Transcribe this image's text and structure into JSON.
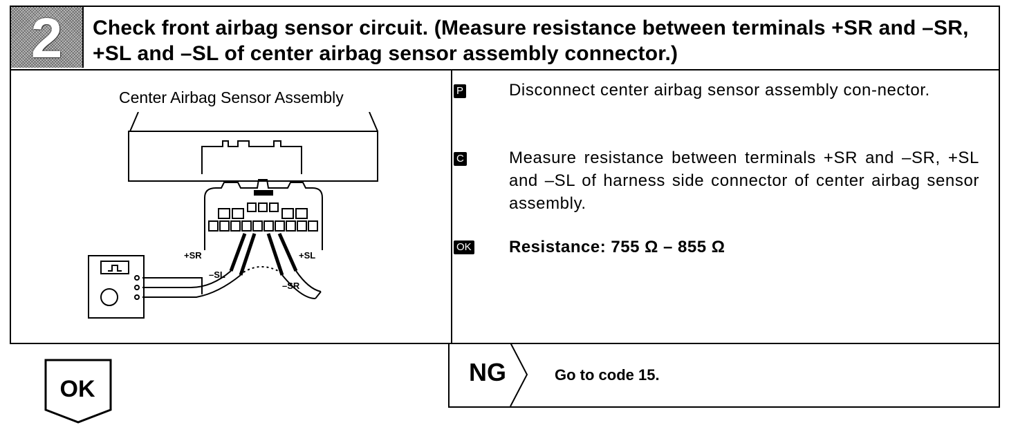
{
  "header": {
    "step_number": "2",
    "title": "Check front airbag sensor circuit. (Measure resistance between terminals +SR and –SR, +SL and –SL of center airbag sensor assembly connector.)"
  },
  "figure": {
    "label": "Center Airbag Sensor Assembly",
    "labels": {
      "plus_sr": "+SR",
      "plus_sl": "+SL",
      "minus_sl": "–SL",
      "minus_sr": "–SR"
    }
  },
  "steps": [
    {
      "badge": "P",
      "text": "Disconnect center airbag sensor assembly con-nector."
    },
    {
      "badge": "C",
      "text": "Measure resistance between terminals +SR and –SR, +SL and –SL of harness side connector of center airbag sensor assembly."
    }
  ],
  "result": {
    "badge": "OK",
    "text": "Resistance:  755 Ω – 855 Ω"
  },
  "ng": {
    "label": "NG",
    "text": "Go to code 15."
  },
  "ok": {
    "label": "OK"
  }
}
